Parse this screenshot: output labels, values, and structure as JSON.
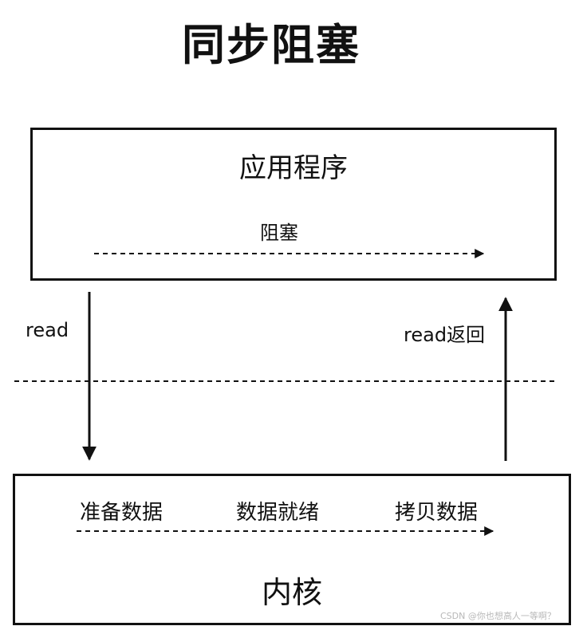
{
  "diagram": {
    "title": "同步阻塞",
    "application": {
      "label": "应用程序",
      "blocking_label": "阻塞"
    },
    "calls": {
      "read": "read",
      "read_return": "read返回"
    },
    "kernel": {
      "label": "内核",
      "stages": [
        "准备数据",
        "数据就绪",
        "拷贝数据"
      ]
    }
  },
  "watermark": "CSDN @你也想高人一等啊？",
  "colors": {
    "line": "#111111",
    "watermark": "#b8b8b8"
  }
}
